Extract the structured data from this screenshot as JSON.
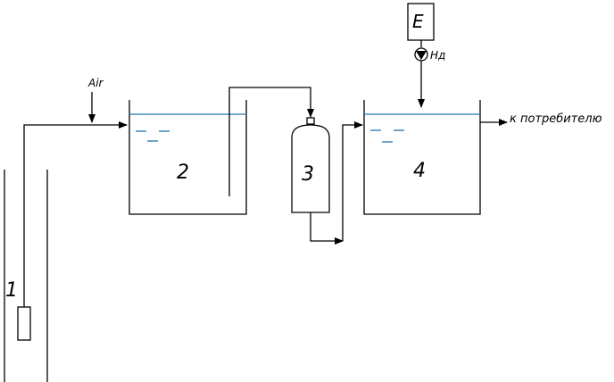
{
  "labels": {
    "well_number": "1",
    "aerator_number": "2",
    "filter_number": "3",
    "tank_number": "4",
    "air": "Air",
    "reagent_box": "E",
    "reagent_pump": "Нд",
    "consumer": "к потребителю"
  },
  "colors": {
    "lines": "#000000",
    "water": "#1f77b4"
  }
}
